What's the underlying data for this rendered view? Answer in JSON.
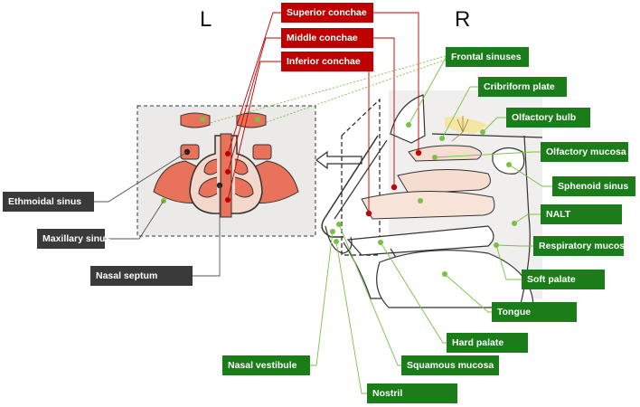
{
  "side_left": "L",
  "side_right": "R",
  "labels": {
    "superior_conchae": "Superior conchae",
    "middle_conchae": "Middle conchae",
    "inferior_conchae": "Inferior conchae",
    "frontal_sinuses": "Frontal sinuses",
    "cribriform_plate": "Cribriform plate",
    "olfactory_bulb": "Olfactory bulb",
    "olfactory_mucosa": "Olfactory mucosa",
    "sphenoid_sinus": "Sphenoid sinus",
    "nalt": "NALT",
    "respiratory_mucosa": "Respiratory mucosa",
    "soft_palate": "Soft palate",
    "tongue": "Tongue",
    "hard_palate": "Hard palate",
    "squamous_mucosa": "Squamous mucosa",
    "nostril": "Nostril",
    "nasal_vestibule": "Nasal vestibule",
    "ethmoidal_sinus": "Ethmoidal sinus",
    "maxillary_sinus": "Maxillary sinus",
    "nasal_septum": "Nasal septum"
  },
  "colors": {
    "conchae_label": "#c00000",
    "anatomy_label": "#1a7d1a",
    "coronal_label": "#3a3a3a",
    "tissue": "#e8735a",
    "marker_green": "#7ac143",
    "marker_red": "#c00000"
  }
}
